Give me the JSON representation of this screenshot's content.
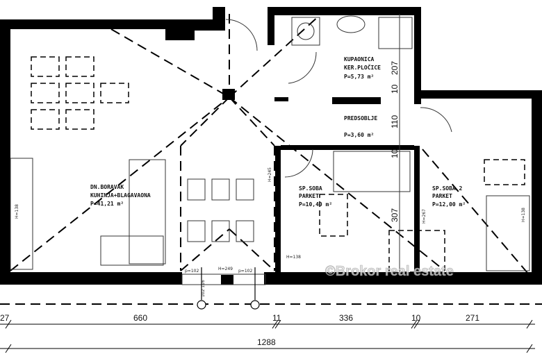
{
  "rooms": {
    "living": {
      "name": "DN.BORAVAK",
      "sub": "KUHINJA+BLAGAVAONA",
      "area": "P=41,21 m²"
    },
    "bathroom": {
      "name": "KUPAONICA",
      "sub": "KER.PLOČICE",
      "area": "P=5,73 m²"
    },
    "hall": {
      "name": "PREDSOBLJE",
      "area": "P=3,60 m²"
    },
    "bedroom1": {
      "name": "SP.SOBA",
      "sub": "PARKET",
      "area": "P=10,40 m²"
    },
    "bedroom2": {
      "name": "SP.SOBA 2",
      "sub": "PARKET",
      "area": "P=12,00 m²"
    }
  },
  "inner_dims": {
    "d207": "207",
    "d10a": "10",
    "d110": "110",
    "d10b": "10",
    "d307": "307"
  },
  "small_labels": {
    "h1": "H=138",
    "h2": "H=245",
    "h3": "H=267",
    "h4": "H=138",
    "h5": "H=138",
    "p1": "p=102",
    "p2": "H=249",
    "p3": "p=102",
    "v1": "102 116"
  },
  "dimensions": {
    "d27": "27",
    "d660": "660",
    "d11": "11",
    "d336": "336",
    "d10": "10",
    "d271": "271",
    "total": "1288"
  },
  "watermark": "©Brokor real estate"
}
